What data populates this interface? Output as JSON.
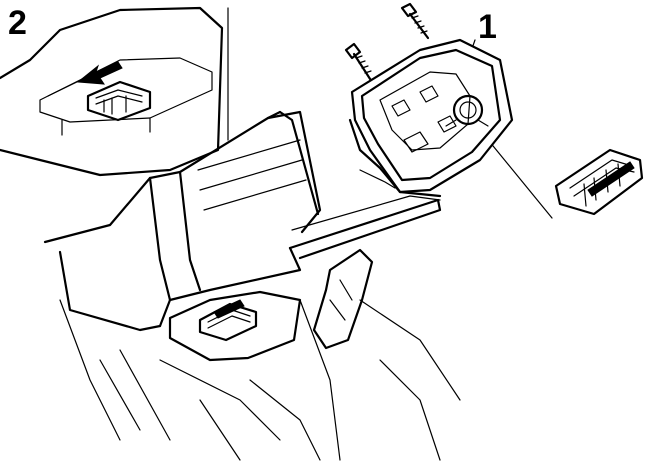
{
  "figure": {
    "callouts": [
      {
        "id": "callout-1",
        "label": "1"
      },
      {
        "id": "callout-2",
        "label": "2"
      }
    ],
    "colors": {
      "line": "#000000",
      "background": "#ffffff"
    }
  }
}
